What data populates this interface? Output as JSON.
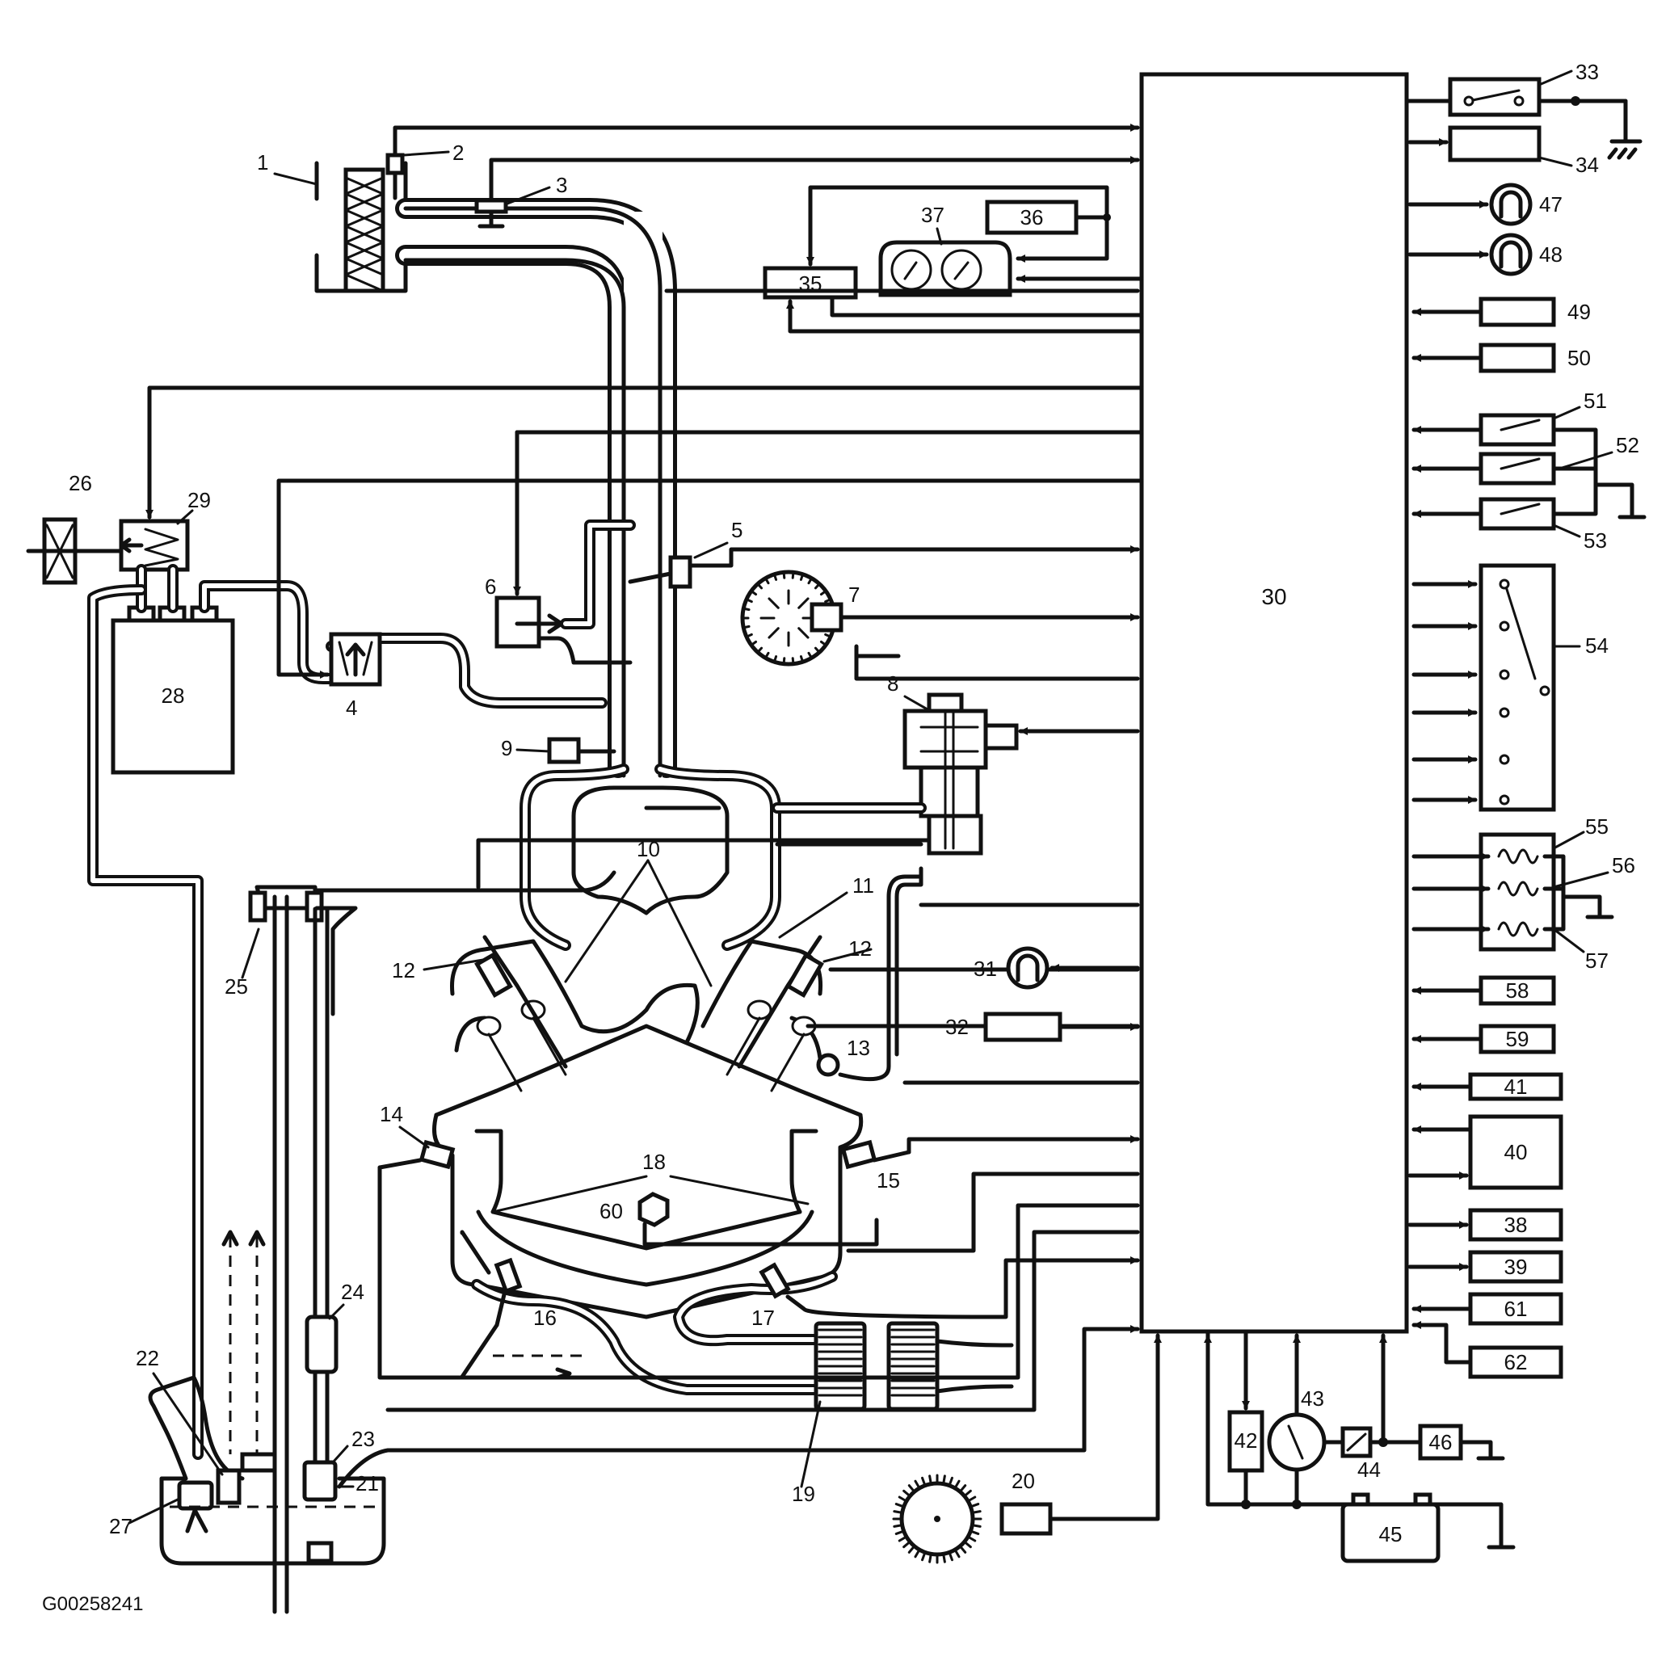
{
  "figure_code": "G00258241",
  "labels": {
    "n1": "1",
    "n2": "2",
    "n3": "3",
    "n4": "4",
    "n5": "5",
    "n6": "6",
    "n7": "7",
    "n8": "8",
    "n9": "9",
    "n10": "10",
    "n11": "11",
    "n12a": "12",
    "n12b": "12",
    "n13": "13",
    "n14": "14",
    "n15": "15",
    "n16": "16",
    "n17": "17",
    "n18": "18",
    "n19": "19",
    "n20": "20",
    "n21": "21",
    "n22": "22",
    "n23": "23",
    "n24": "24",
    "n25": "25",
    "n26": "26",
    "n27": "27",
    "n28": "28",
    "n29": "29",
    "n30": "30",
    "n31": "31",
    "n32": "32",
    "n33": "33",
    "n34": "34",
    "n35": "35",
    "n36": "36",
    "n37": "37",
    "n38": "38",
    "n39": "39",
    "n40": "40",
    "n41": "41",
    "n42": "42",
    "n43": "43",
    "n44": "44",
    "n45": "45",
    "n46": "46",
    "n47": "47",
    "n48": "48",
    "n49": "49",
    "n50": "50",
    "n51": "51",
    "n52": "52",
    "n53": "53",
    "n54": "54",
    "n55": "55",
    "n56": "56",
    "n57": "57",
    "n58": "58",
    "n59": "59",
    "n60": "60",
    "n61": "61",
    "n62": "62"
  }
}
